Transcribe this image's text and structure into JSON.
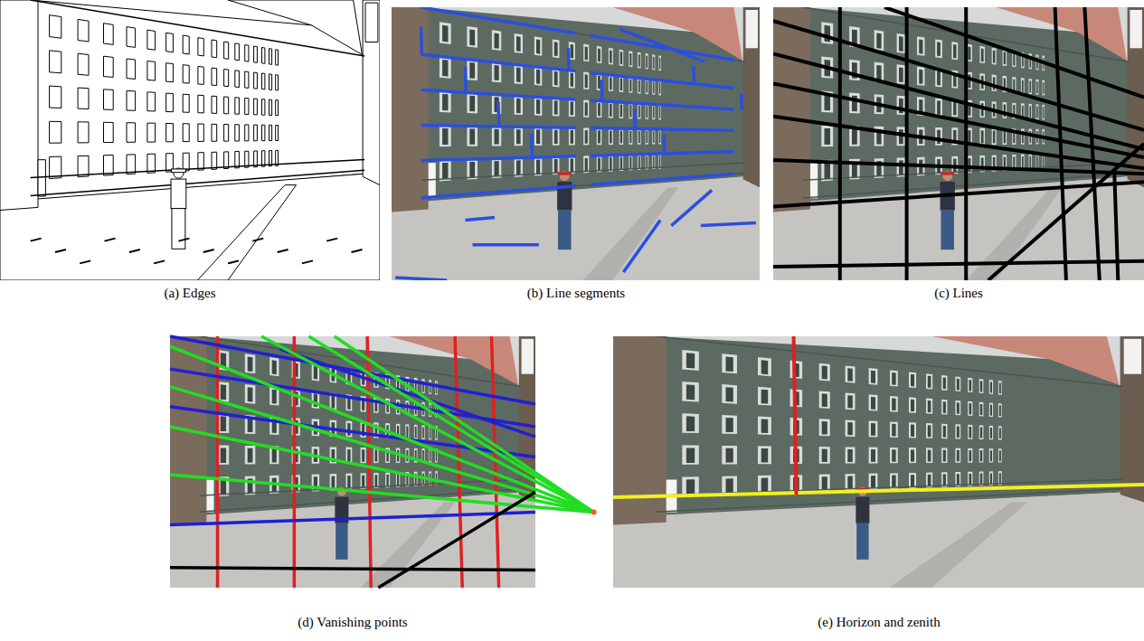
{
  "diagram": {
    "labels": [
      "(a) Edges",
      "(b) Line segments",
      "(c) Lines",
      "(d) Vanishing points",
      "(e) Horizon and zenith"
    ]
  }
}
